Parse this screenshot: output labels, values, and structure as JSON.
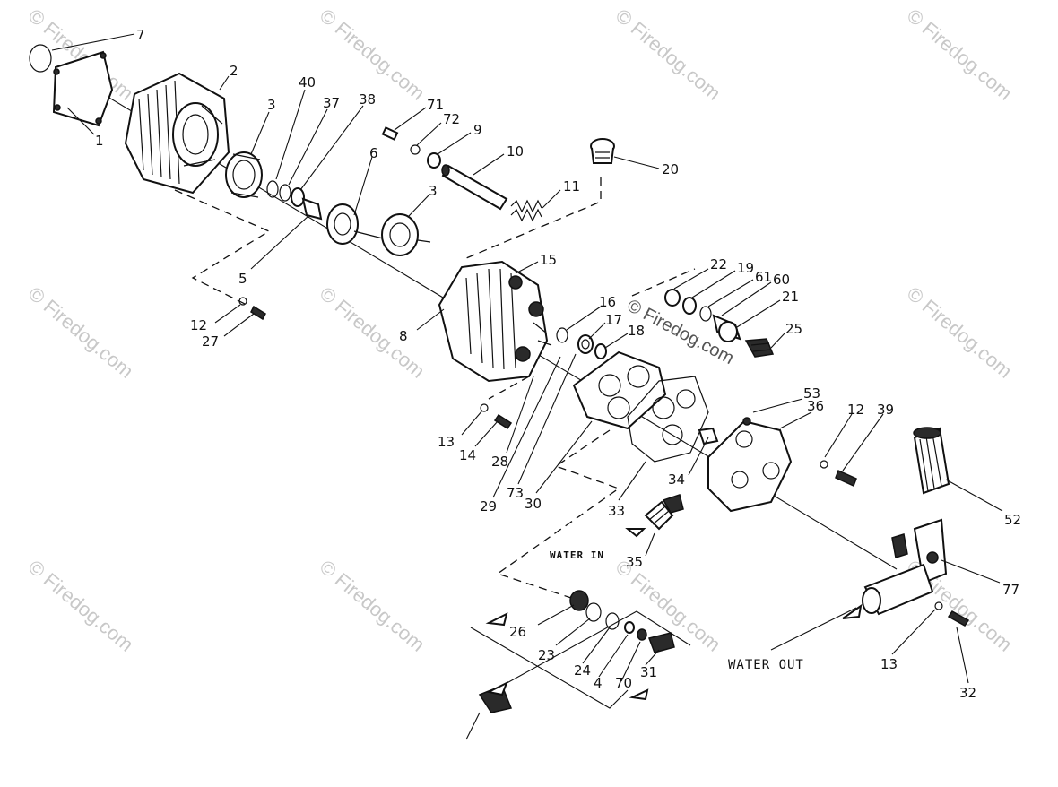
{
  "watermark": {
    "text": "© Firedog.com",
    "center_text": "© Firedog.com"
  },
  "captions": {
    "water_in": "WATER IN",
    "water_out": "WATER OUT"
  },
  "callouts": [
    "7",
    "2",
    "1",
    "3",
    "40",
    "37",
    "38",
    "71",
    "72",
    "9",
    "10",
    "20",
    "11",
    "6",
    "3",
    "5",
    "12",
    "27",
    "8",
    "15",
    "16",
    "17",
    "18",
    "22",
    "19",
    "61",
    "60",
    "21",
    "25",
    "13",
    "14",
    "28",
    "29",
    "73",
    "30",
    "33",
    "53",
    "36",
    "12",
    "39",
    "34",
    "35",
    "52",
    "77",
    "26",
    "23",
    "24",
    "4",
    "70",
    "31",
    "13",
    "32"
  ]
}
